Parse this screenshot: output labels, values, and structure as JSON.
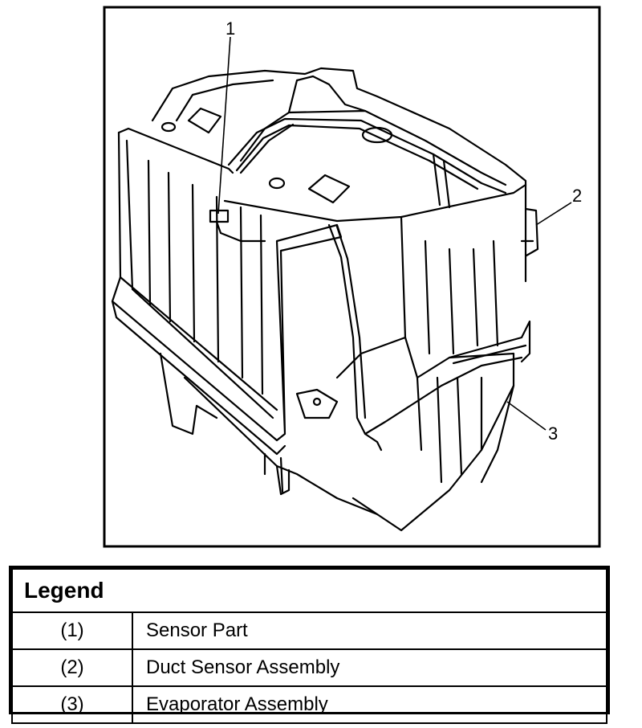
{
  "diagram": {
    "callouts": [
      "1",
      "2",
      "3"
    ]
  },
  "legend": {
    "title": "Legend",
    "rows": [
      {
        "num": "(1)",
        "label": "Sensor Part"
      },
      {
        "num": "(2)",
        "label": "Duct Sensor Assembly"
      },
      {
        "num": "(3)",
        "label": "Evaporator Assembly"
      }
    ]
  }
}
